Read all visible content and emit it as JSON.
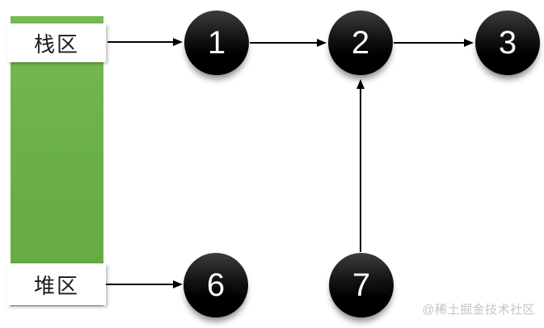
{
  "memory_regions": [
    {
      "id": "stack",
      "label": "栈区"
    },
    {
      "id": "heap",
      "label": "堆区"
    }
  ],
  "nodes": [
    {
      "id": "node-1",
      "label": "1"
    },
    {
      "id": "node-2",
      "label": "2"
    },
    {
      "id": "node-3",
      "label": "3"
    },
    {
      "id": "node-6",
      "label": "6"
    },
    {
      "id": "node-7",
      "label": "7"
    }
  ],
  "edges": [
    {
      "from": "栈区",
      "to": "1",
      "direction": "right"
    },
    {
      "from": "1",
      "to": "2",
      "direction": "right"
    },
    {
      "from": "2",
      "to": "3",
      "direction": "right"
    },
    {
      "from": "堆区",
      "to": "6",
      "direction": "right"
    },
    {
      "from": "7",
      "to": "2",
      "direction": "up"
    }
  ],
  "colors": {
    "bar_green": "#6bb148",
    "node_fill": "#000000",
    "node_text": "#ffffff",
    "arrow": "#000000",
    "watermark_gray": "#c5c5c5"
  },
  "watermark": {
    "text": "@稀土掘金技术社区"
  }
}
